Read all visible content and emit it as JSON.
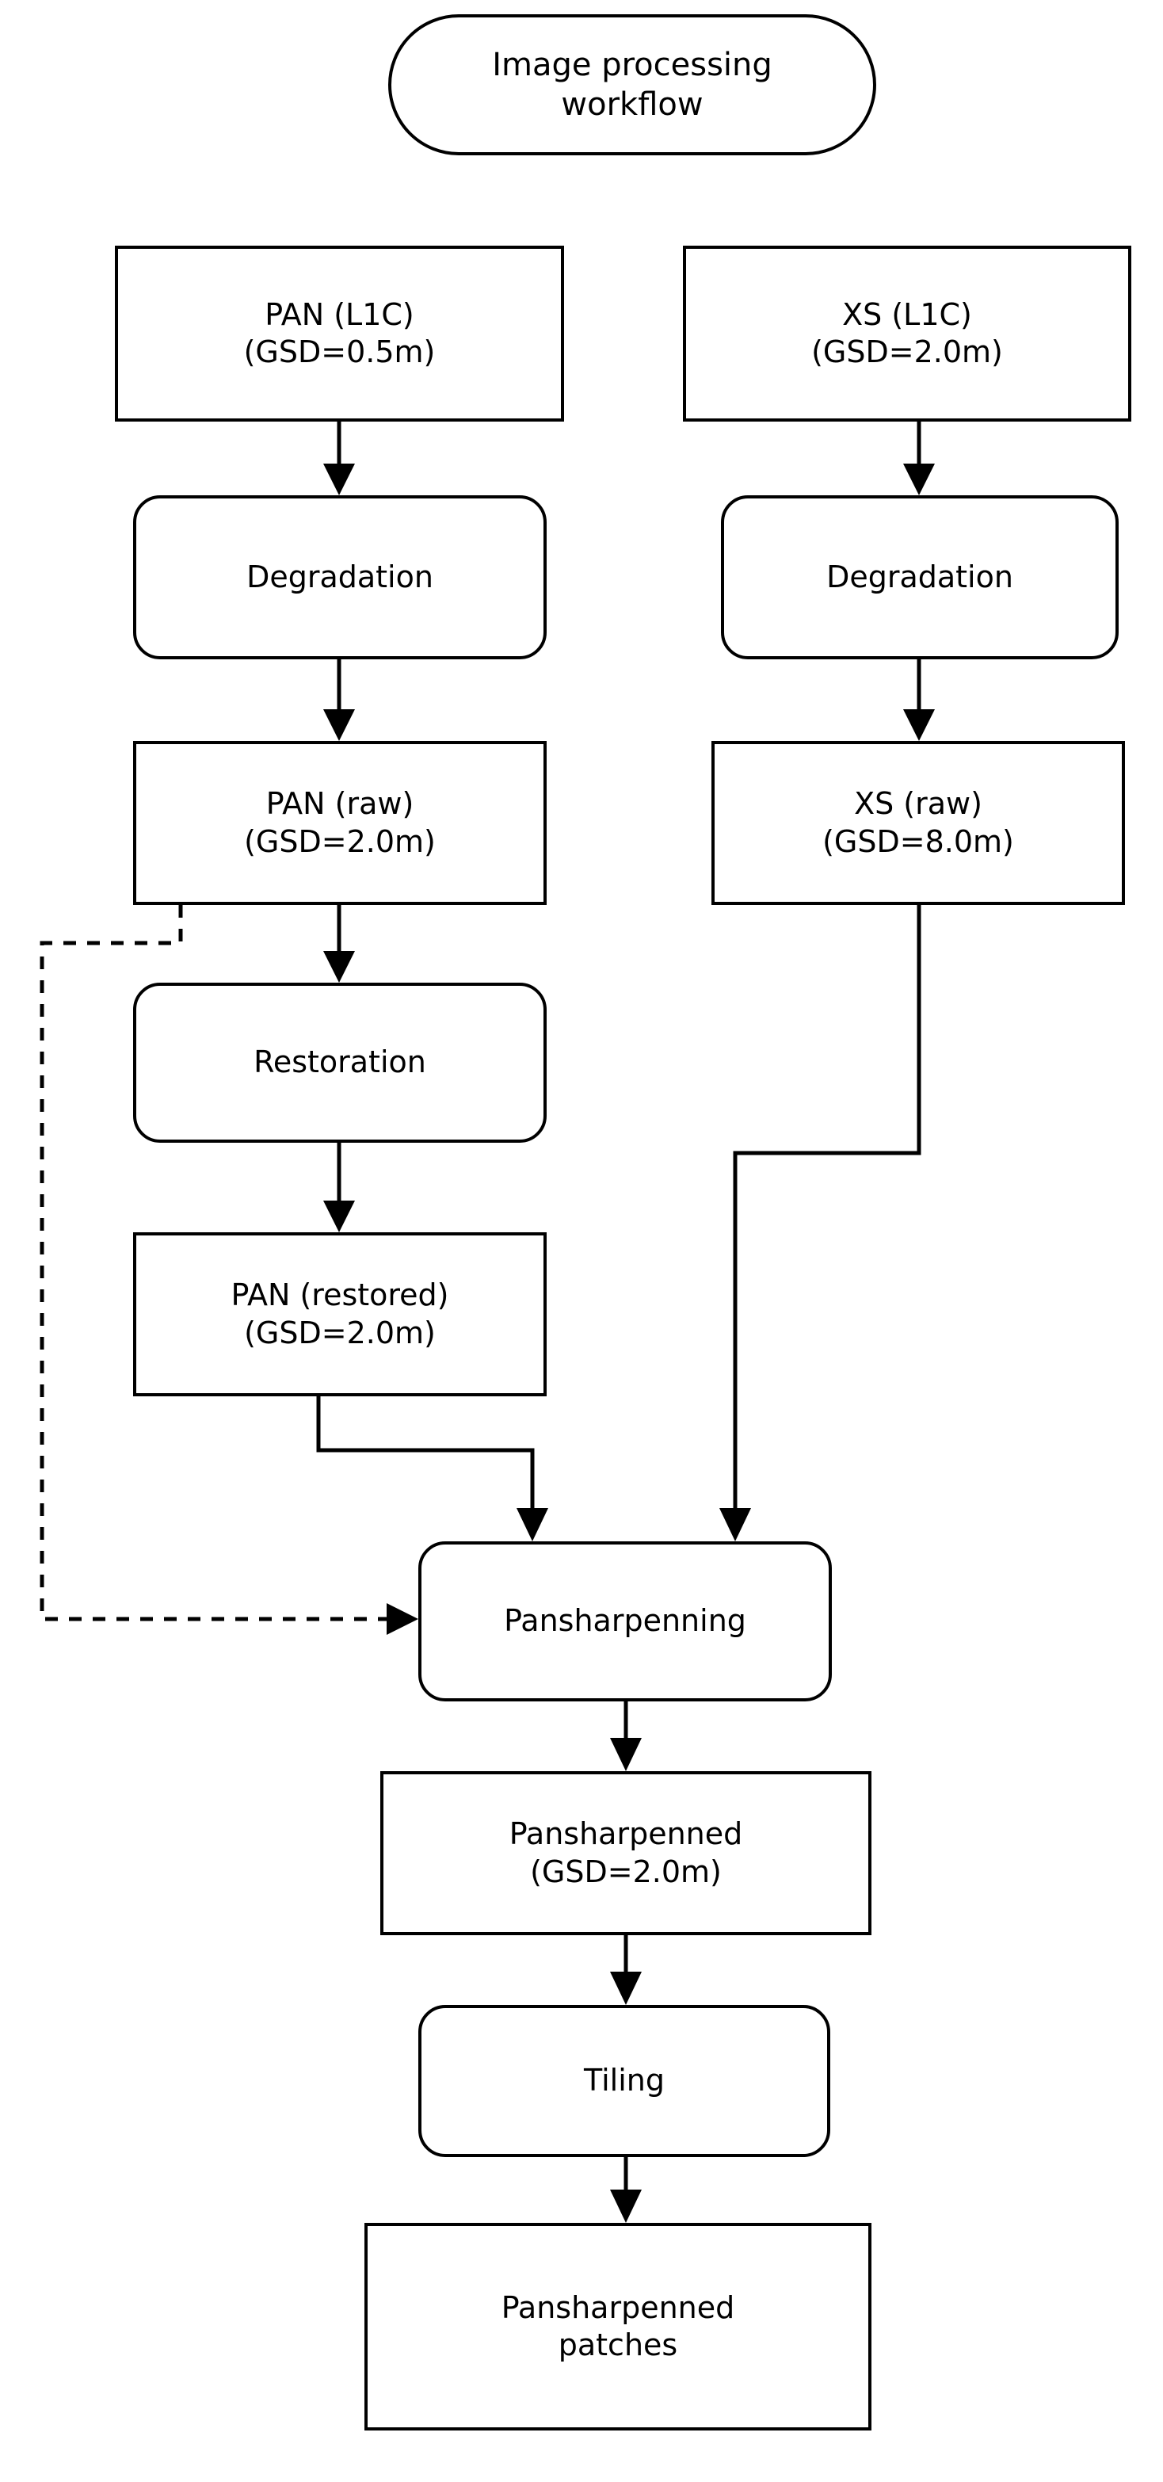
{
  "diagram": {
    "title_node": {
      "id": "title",
      "label": "Image processing\nworkflow",
      "shape": "stadium"
    },
    "nodes": [
      {
        "id": "pan-l1c",
        "label": "PAN (L1C)\n(GSD=0.5m)",
        "shape": "rect",
        "font_size": 38
      },
      {
        "id": "xs-l1c",
        "label": "XS (L1C)\n(GSD=2.0m)",
        "shape": "rect",
        "font_size": 38
      },
      {
        "id": "degradation-pan",
        "label": "Degradation",
        "shape": "round",
        "font_size": 38
      },
      {
        "id": "degradation-xs",
        "label": "Degradation",
        "shape": "round",
        "font_size": 38
      },
      {
        "id": "pan-raw",
        "label": "PAN (raw)\n(GSD=2.0m)",
        "shape": "rect",
        "font_size": 38
      },
      {
        "id": "xs-raw",
        "label": "XS (raw)\n(GSD=8.0m)",
        "shape": "rect",
        "font_size": 38
      },
      {
        "id": "restoration",
        "label": "Restoration",
        "shape": "round",
        "font_size": 38
      },
      {
        "id": "pan-restored",
        "label": "PAN (restored)\n(GSD=2.0m)",
        "shape": "rect",
        "font_size": 38
      },
      {
        "id": "pansharpenning",
        "label": "Pansharpenning",
        "shape": "round",
        "font_size": 38
      },
      {
        "id": "pansharpenned",
        "label": "Pansharpenned\n(GSD=2.0m)",
        "shape": "rect",
        "font_size": 38
      },
      {
        "id": "tiling",
        "label": "Tiling",
        "shape": "round",
        "font_size": 38
      },
      {
        "id": "pansharpenned-patches",
        "label": "Pansharpenned\npatches",
        "shape": "rect",
        "font_size": 38
      }
    ],
    "edges": [
      {
        "from": "pan-l1c",
        "to": "degradation-pan",
        "style": "solid"
      },
      {
        "from": "xs-l1c",
        "to": "degradation-xs",
        "style": "solid"
      },
      {
        "from": "degradation-pan",
        "to": "pan-raw",
        "style": "solid"
      },
      {
        "from": "degradation-xs",
        "to": "xs-raw",
        "style": "solid"
      },
      {
        "from": "pan-raw",
        "to": "restoration",
        "style": "solid"
      },
      {
        "from": "pan-raw",
        "to": "pansharpenning",
        "style": "dashed"
      },
      {
        "from": "restoration",
        "to": "pan-restored",
        "style": "solid"
      },
      {
        "from": "pan-restored",
        "to": "pansharpenning",
        "style": "solid"
      },
      {
        "from": "xs-raw",
        "to": "pansharpenning",
        "style": "solid"
      },
      {
        "from": "pansharpenning",
        "to": "pansharpenned",
        "style": "solid"
      },
      {
        "from": "pansharpenned",
        "to": "tiling",
        "style": "solid"
      },
      {
        "from": "tiling",
        "to": "pansharpenned-patches",
        "style": "solid"
      }
    ],
    "colors": {
      "stroke": "#000000",
      "fill": "#ffffff",
      "text": "#000000"
    }
  }
}
